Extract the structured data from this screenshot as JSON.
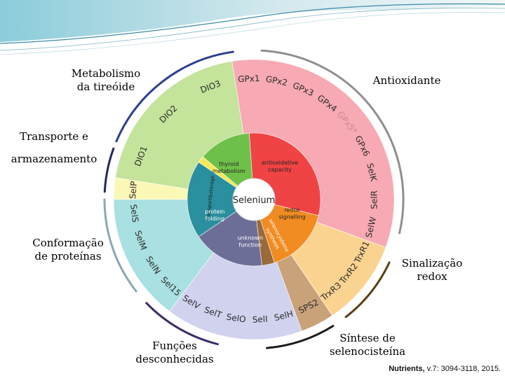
{
  "center_label": "Selenium",
  "functions": [
    {
      "key": "thyroid",
      "label": [
        "thyroid",
        "metabolism"
      ],
      "color": "#6fc04a"
    },
    {
      "key": "antioxidant",
      "label": [
        "antioxidative",
        "capacity"
      ],
      "color": "#ef4344"
    },
    {
      "key": "transport",
      "label": [
        "transport&storage"
      ],
      "color": "#f2ea59"
    },
    {
      "key": "protein",
      "label": [
        "protein",
        "folding"
      ],
      "color": "#2a8f9e"
    },
    {
      "key": "unknown",
      "label": [
        "unknown",
        "function"
      ],
      "color": "#6d6e98"
    },
    {
      "key": "synthesis",
      "label": [
        "selenocysteine",
        "synthesis"
      ],
      "color": "#9b6a3a"
    },
    {
      "key": "redox",
      "label": [
        "redox",
        "signalling"
      ],
      "color": "#f08c22"
    }
  ],
  "proteins": {
    "thyroid": [
      "DIO1",
      "DIO2",
      "DIO3"
    ],
    "antioxidant": [
      "GPx1",
      "GPx2",
      "GPx3",
      "GPx4",
      "GPx5*",
      "GPx6",
      "SelK",
      "SelR",
      "SelW"
    ],
    "transport": [
      "SelP"
    ],
    "protein": [
      "Sel15",
      "SelN",
      "SelM",
      "SelS"
    ],
    "unknown": [
      "SelH",
      "SelI",
      "SelO",
      "SelT",
      "SelV"
    ],
    "synthesis": [
      "SPS2"
    ],
    "redox": [
      "TrxR1",
      "TrxR2",
      "TrxR3"
    ]
  },
  "categories": {
    "thyroid": [
      "Metabolismo",
      "da tireóide"
    ],
    "antioxidant": [
      "Antioxidante"
    ],
    "transport": [
      "Transporte e",
      "armazenamento"
    ],
    "protein": [
      "Conformação",
      "de proteínas"
    ],
    "unknown": [
      "Funções",
      "desconhecidas"
    ],
    "synthesis": [
      "Síntese de",
      "selenocisteína"
    ],
    "redox": [
      "Sinalização",
      "redox"
    ]
  },
  "category_colors": {
    "thyroid": "#2b3f8f",
    "antioxidant": "#8f8f8f",
    "transport": "#1e2b5f",
    "protein": "#8aa7b4",
    "unknown": "#3c2a68",
    "synthesis": "#1a1a1a",
    "redox": "#5c3d10"
  },
  "citation": {
    "journal": "Nutrients,",
    "rest": " v.7: 3094-3118, 2015."
  }
}
